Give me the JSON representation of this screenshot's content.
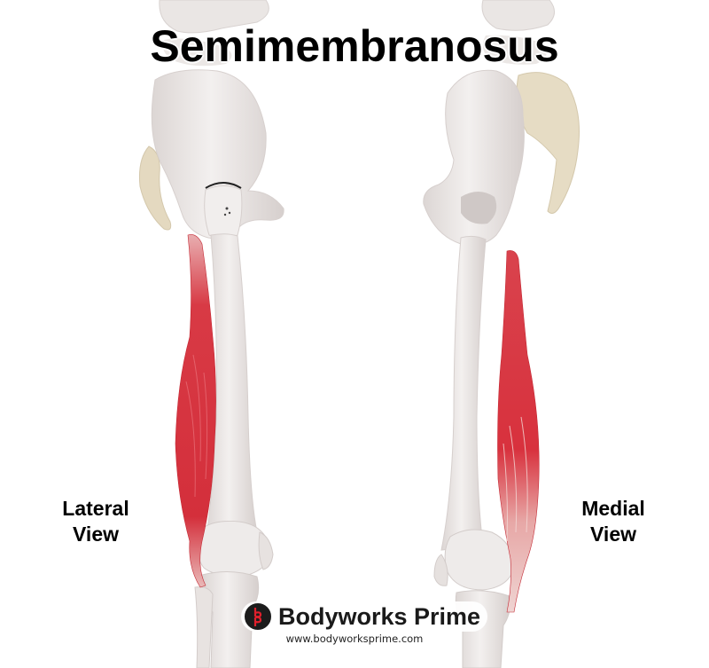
{
  "title": "Semimembranosus",
  "labels": {
    "lateral": {
      "line1": "Lateral",
      "line2": "View"
    },
    "medial": {
      "line1": "Medial",
      "line2": "View"
    }
  },
  "brand": {
    "logo_icon": "bp-logo-icon",
    "name": "Bodyworks Prime",
    "url": "www.bodyworksprime.com"
  },
  "colors": {
    "background": "#ffffff",
    "bone": "#ece8e6",
    "bone_shadow": "#d9d3d1",
    "sacrum": "#e6dcc4",
    "muscle": "#d8313d",
    "tendon": "#ecc4c2",
    "title_text": "#000000",
    "logo_bg": "#1c1c1c",
    "logo_accent": "#e0202c"
  },
  "illustration": {
    "left_figure": "skeletal hip and leg, lateral view, semimembranosus highlighted",
    "right_figure": "skeletal hip and leg, medial view, semimembranosus highlighted"
  }
}
